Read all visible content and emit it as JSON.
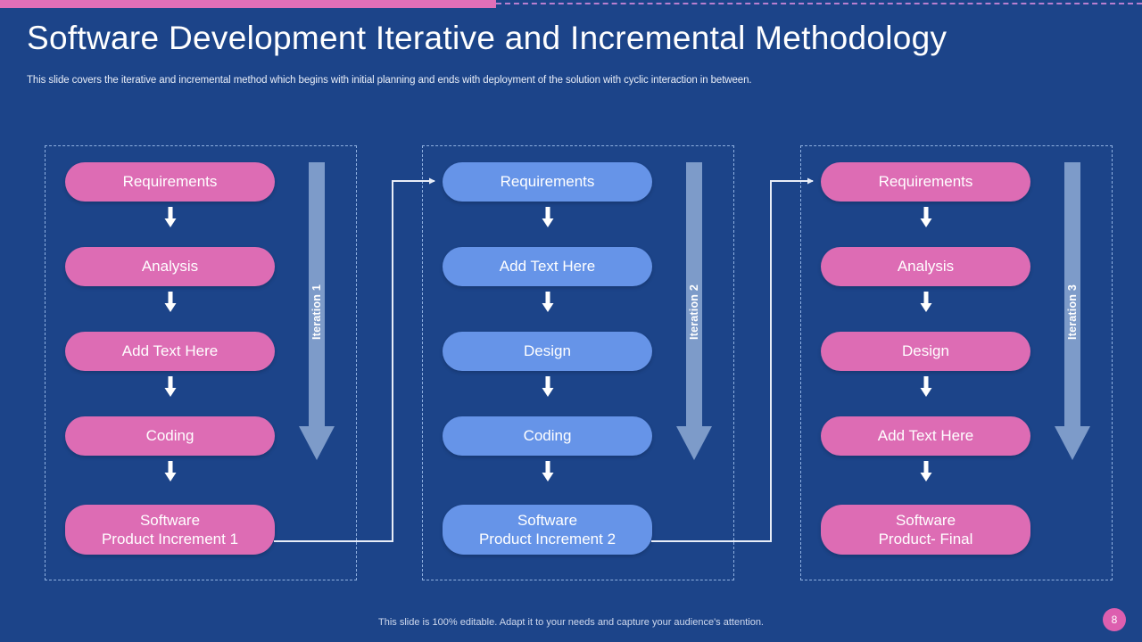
{
  "theme": {
    "background": "#1c4489",
    "accent_pink": "#dd6cb4",
    "accent_blue": "#6694e8",
    "iteration_arrow": "#7d9bc9",
    "text": "#ffffff"
  },
  "header": {
    "title": "Software Development Iterative and Incremental Methodology",
    "subtitle": "This slide covers the iterative and incremental method which begins with initial planning and ends with deployment of the solution with cyclic interaction in between."
  },
  "columns": [
    {
      "id": "iteration-1",
      "iteration_label": "Iteration 1",
      "color": "pink",
      "steps": [
        {
          "label": "Requirements"
        },
        {
          "label": "Analysis"
        },
        {
          "label": "Add Text Here"
        },
        {
          "label": "Coding"
        },
        {
          "label_line1": "Software",
          "label_line2": "Product Increment 1"
        }
      ]
    },
    {
      "id": "iteration-2",
      "iteration_label": "Iteration 2",
      "color": "blue",
      "steps": [
        {
          "label": "Requirements"
        },
        {
          "label": "Add Text Here"
        },
        {
          "label": "Design"
        },
        {
          "label": "Coding"
        },
        {
          "label_line1": "Software",
          "label_line2": "Product Increment 2"
        }
      ]
    },
    {
      "id": "iteration-3",
      "iteration_label": "Iteration 3",
      "color": "pink",
      "steps": [
        {
          "label": "Requirements"
        },
        {
          "label": "Analysis"
        },
        {
          "label": "Design"
        },
        {
          "label": "Add Text Here"
        },
        {
          "label_line1": "Software",
          "label_line2": "Product- Final"
        }
      ]
    }
  ],
  "footer": {
    "note": "This slide is 100% editable.  Adapt it to your needs and capture your audience's attention.",
    "page_number": "8"
  }
}
